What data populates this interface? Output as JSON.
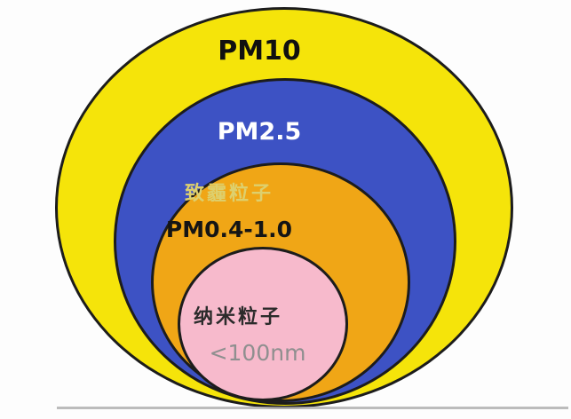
{
  "diagram": {
    "background": "#fdfdfd",
    "outline_color": "#1c1c1c",
    "baseline_color": "#ababab",
    "rings": [
      {
        "name": "pm10-ring",
        "fill": "#f5e40a",
        "label": "PM10",
        "label_color": "#101010"
      },
      {
        "name": "pm2-5-ring",
        "fill": "#3d52c4",
        "label": "PM2.5",
        "label_color": "#ffffff"
      },
      {
        "name": "haze-particles-ring",
        "fill": "#f0a616",
        "label": "致霾粒子",
        "label_color": "#ddd06e",
        "sublabel": "PM0.4-1.0",
        "sublabel_color": "#151515"
      },
      {
        "name": "nano-particles-ring",
        "fill": "#f7bacc",
        "label": "纳米粒子",
        "label_color": "#2b2b2b",
        "sublabel": "<100nm",
        "sublabel_color": "#8f8f8f"
      }
    ]
  }
}
